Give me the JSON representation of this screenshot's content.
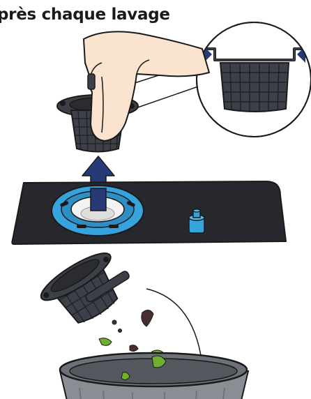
{
  "heading": {
    "text": "près chaque lavage"
  },
  "colors": {
    "filter_dark": "#3d4048",
    "filter_grid": "#23252b",
    "plate": "#26282d",
    "blue_ring": "#36a3dc",
    "arrow_navy": "#273a78",
    "skin": "#fbe4cf",
    "debris_green": "#6fae2e",
    "debris_dark": "#4a2d31",
    "bin_gray": "#8a8e94"
  },
  "icons": [
    "hand-illustration",
    "filter-zoom-callout",
    "arrow-up-icon",
    "inward-arrows-icon",
    "filter-housing",
    "trash-bin"
  ]
}
